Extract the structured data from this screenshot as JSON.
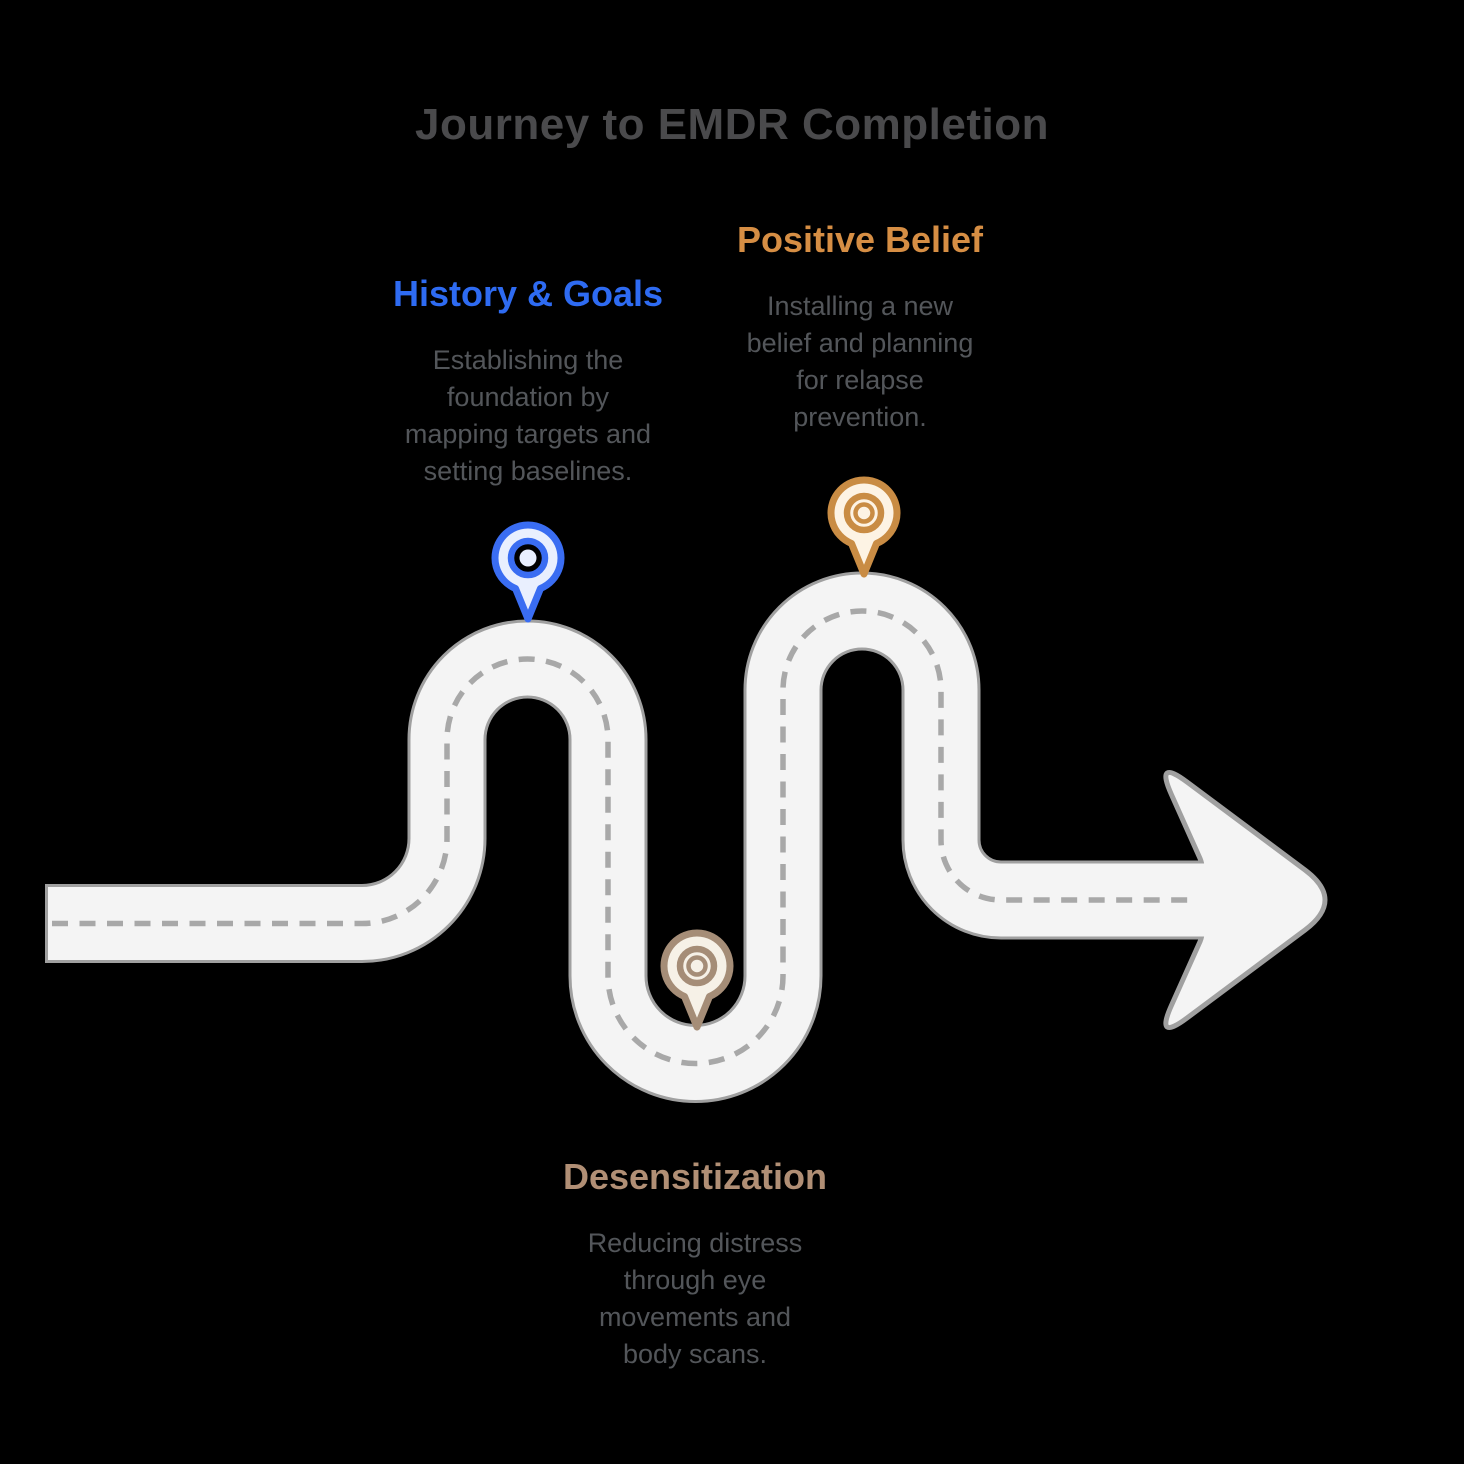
{
  "background": "#000000",
  "title": "Journey to EMDR Completion",
  "title_color": "#4a4a4c",
  "body_text_color": "#53565a",
  "road": {
    "fill": "#f4f4f4",
    "casing": "#a0a0a0",
    "dash": "#a8a8a8"
  },
  "milestones": [
    {
      "label": "History & Goals",
      "description": "Establishing the\nfoundation by\nmapping targets and\nsetting baselines.",
      "color": "#2e6bf2",
      "pin": {
        "stroke": "#3a6df2",
        "fill": "#e9effe",
        "ring_fill": "#000000",
        "dot_stroke": "none"
      }
    },
    {
      "label": "Positive Belief",
      "description": "Installing a new\nbelief and planning\nfor relapse\nprevention.",
      "color": "#d68e44",
      "pin": {
        "stroke": "#c98c44",
        "fill": "#fdf3e4",
        "ring_fill": "none",
        "dot_stroke": "#c98c44"
      }
    },
    {
      "label": "Desensitization",
      "description": "Reducing distress\nthrough eye\nmovements and\nbody scans.",
      "color": "#b18f75",
      "pin": {
        "stroke": "#a58d77",
        "fill": "#f6f1e7",
        "ring_fill": "none",
        "dot_stroke": "#a58d77"
      }
    }
  ]
}
